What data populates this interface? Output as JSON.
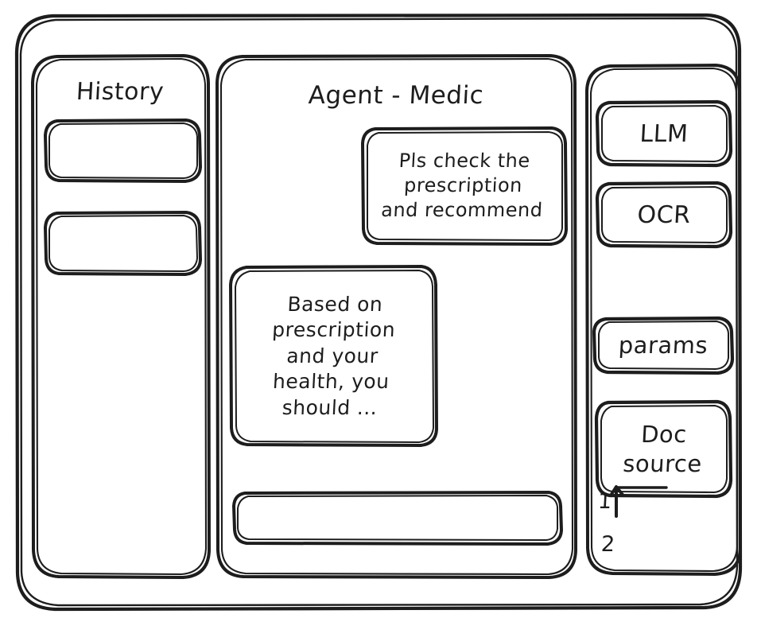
{
  "window": {
    "name": "app-window"
  },
  "sidebar": {
    "title": "History",
    "items": [
      {
        "label": ""
      },
      {
        "label": ""
      }
    ]
  },
  "main": {
    "title": "Agent - Medic",
    "messages": [
      {
        "role": "user",
        "lines": [
          "Pls check the",
          "prescription",
          "and recommend"
        ]
      },
      {
        "role": "assistant",
        "lines": [
          "Based on",
          "prescription",
          "and your",
          "health, you",
          "should ..."
        ]
      }
    ],
    "composer": {
      "value": "",
      "placeholder": ""
    }
  },
  "tools": {
    "items": [
      {
        "label": "LLM"
      },
      {
        "label": "OCR"
      },
      {
        "label": "params"
      }
    ],
    "doc_source": {
      "line1": "Doc",
      "line2": "source",
      "refs": [
        "1",
        "2"
      ]
    }
  },
  "style": {
    "stroke": "#1d1d1d",
    "background": "#ffffff"
  }
}
